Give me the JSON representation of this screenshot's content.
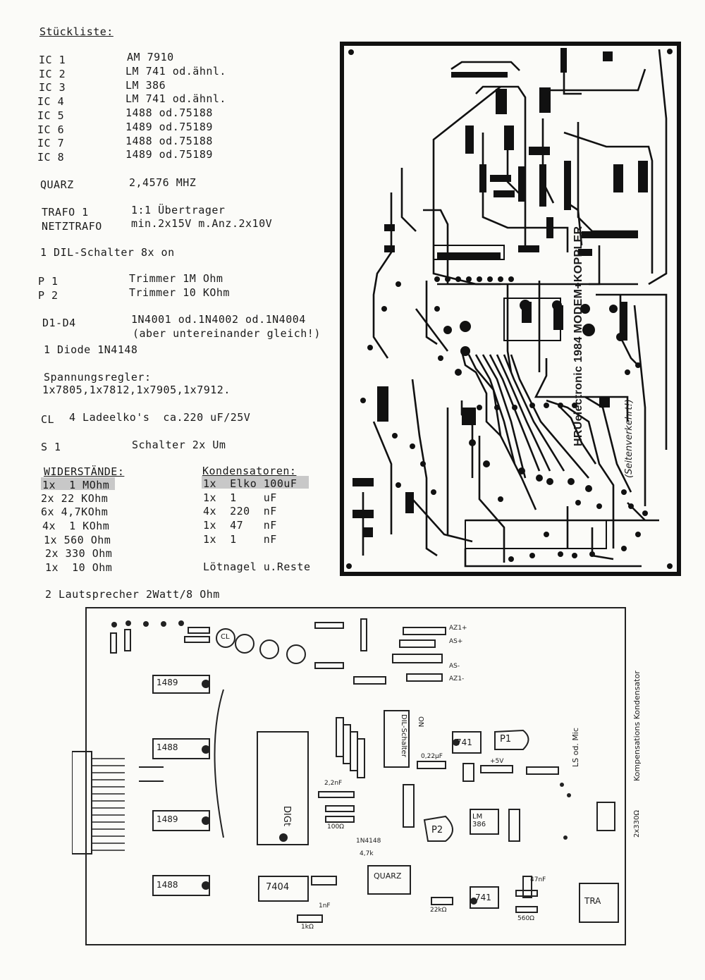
{
  "parts_list": {
    "title": "Stückliste:",
    "ics": [
      {
        "ref": "IC 1",
        "value": "AM 7910"
      },
      {
        "ref": "IC 2",
        "value": "LM 741 od.ähnl."
      },
      {
        "ref": "IC 3",
        "value": "LM 386"
      },
      {
        "ref": "IC 4",
        "value": "LM 741 od.ähnl."
      },
      {
        "ref": "IC 5",
        "value": "1488 od.75188"
      },
      {
        "ref": "IC 6",
        "value": "1489 od.75189"
      },
      {
        "ref": "IC 7",
        "value": "1488 od.75188"
      },
      {
        "ref": "IC 8",
        "value": "1489 od.75189"
      }
    ],
    "quarz": {
      "ref": "QUARZ",
      "value": "2,4576 MHZ"
    },
    "trafo1": {
      "ref": "TRAFO 1",
      "value": "1:1 Übertrager"
    },
    "netztrafo": {
      "ref": "NETZTRAFO",
      "value": "min.2x15V m.Anz.2x10V"
    },
    "dil": "1 DIL-Schalter 8x on",
    "p1": {
      "ref": "P 1",
      "value": "Trimmer 1M Ohm"
    },
    "p2": {
      "ref": "P 2",
      "value": "Trimmer 10 KOhm"
    },
    "diodes": {
      "ref": "D1-D4",
      "value": "1N4001 od.1N4002 od.1N4004",
      "note": "(aber untereinander gleich!)"
    },
    "diode": "1 Diode 1N4148",
    "regler_title": "Spannungsregler:",
    "regler_value": "1x7805,1x7812,1x7905,1x7912.",
    "cl": {
      "ref": "CL",
      "value": "4 Ladeelko's  ca.220 uF/25V"
    },
    "s1": {
      "ref": "S 1",
      "value": "Schalter 2x Um"
    },
    "resistors_title": "WIDERSTÄNDE:",
    "resistors": [
      "1x  1 MOhm",
      "2x 22 KOhm",
      "6x 4,7KOhm",
      "4x  1 KOhm",
      "1x 560 Ohm",
      "2x 330 Ohm",
      "1x  10 Ohm"
    ],
    "caps_title": "Kondensatoren:",
    "caps": [
      "1x  Elko 100uF",
      "1x  1    uF",
      "4x  220  nF",
      "1x  47   nF",
      "1x  1    nF"
    ],
    "rest": "Lötnagel u.Reste",
    "speaker": "2 Lautsprecher 2Watt/8 Ohm"
  },
  "pcb": {
    "vertical_label": "HRUelectronic 1984 MODEM+KOPPLER",
    "note": "(Seitenverkehrt!)"
  },
  "layout": {
    "ics": [
      "1489",
      "1488",
      "1489",
      "1488",
      "DIGt",
      "7404",
      "741",
      "741",
      "LM 386"
    ],
    "labels": {
      "dil": "DIL-Schalter",
      "quarz": "QUARZ",
      "p1": "P1",
      "p2": "P2",
      "on": "ON",
      "tra": "TRA",
      "komp": "Kompensations Kondensator",
      "ls": "LS od. Mic",
      "r330": "2x330Ω",
      "v5": "+5V",
      "pins": [
        "AZ1+",
        "AS+",
        "AS-",
        "AZ1-"
      ],
      "misc": [
        "1kΩ",
        "22kΩ",
        "560Ω",
        "4,7k",
        "1N4148",
        "0,22µF",
        "2,2nF",
        "100Ω",
        "47nF",
        "1nF",
        "CL"
      ]
    }
  },
  "colors": {
    "ink": "#1a1a1a",
    "paper": "#fbfbf8",
    "shade": "#c8c8c8"
  }
}
